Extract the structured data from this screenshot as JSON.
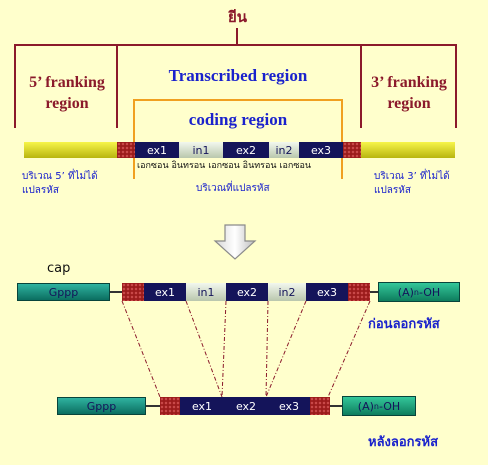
{
  "gene_title": "ยีน",
  "five_flank": [
    "5’ franking",
    "region"
  ],
  "transcribed": "Transcribed region",
  "coding": "coding region",
  "three_flank": [
    "3’ franking",
    "region"
  ],
  "gene_segments": [
    "ex1",
    "in1",
    "ex2",
    "in2",
    "ex3"
  ],
  "segment_names": "เอกซอน อินทรอน เอกซอน อินทรอน เอกซอน",
  "five_untranslated": [
    "บริเวณ 5’ ที่ไม่ได้",
    "แปลรหัส"
  ],
  "translated": "บริเวณที่แปลรหัส",
  "three_untranslated": [
    "บริเวณ 3’ ที่ไม่ได้",
    "แปลรหัส"
  ],
  "cap": "cap",
  "pre_mrna": {
    "cap_label": "Gppp",
    "segments": [
      "ex1",
      "in1",
      "ex2",
      "in2",
      "ex3"
    ],
    "polya": "(A)",
    "polya_sub": "n",
    "polya_tail": "-OH",
    "caption": "ก่อนลอกรหัส"
  },
  "mature_mrna": {
    "cap_label": "Gppp",
    "segments": [
      "ex1",
      "ex2",
      "ex3"
    ],
    "polya": "(A)",
    "polya_sub": "n",
    "polya_tail": "-OH",
    "caption": "หลังลอกรหัส"
  },
  "colors": {
    "maroon": "#8b1a2b",
    "orange": "#f0a020",
    "blue": "#1a22cc",
    "exon": "#14145a",
    "cap_box": "#1f9c88"
  }
}
